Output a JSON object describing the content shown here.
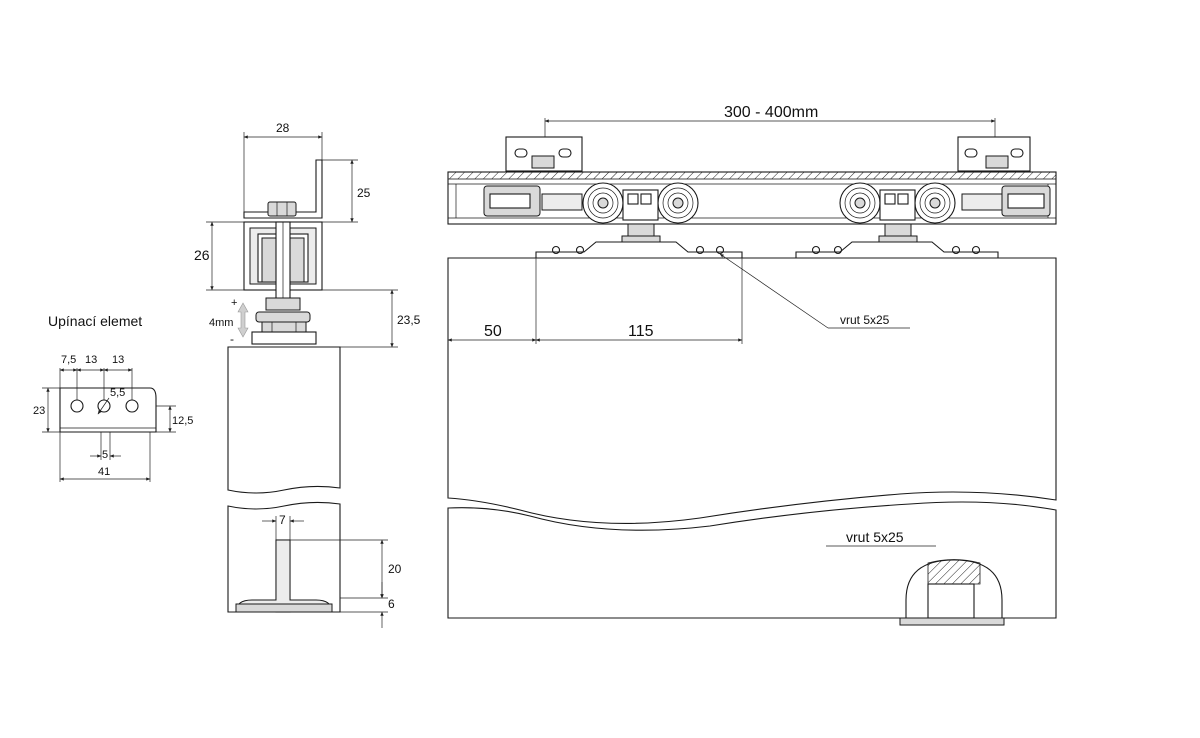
{
  "labels": {
    "clamp_title": "Upínací elemet",
    "clamp_dims": {
      "d7_5": "7,5",
      "d13a": "13",
      "d13b": "13",
      "d5_5": "5,5",
      "d23": "23",
      "d12_5": "12,5",
      "d5": "5",
      "d41": "41"
    },
    "section_dims": {
      "d28": "28",
      "d25": "25",
      "d26": "26",
      "d23_5": "23,5",
      "adjust": "4mm",
      "plus": "+",
      "minus": "-",
      "d7": "7",
      "d20": "20",
      "d6": "6"
    },
    "front_dims": {
      "span": "300 - 400mm",
      "d50": "50",
      "d115": "115",
      "screw_top": "vrut 5x25",
      "screw_bottom": "vrut 5x25"
    }
  },
  "colors": {
    "line": "#1a1a1a",
    "fill_grey": "#d9d9d9",
    "background": "#ffffff"
  }
}
